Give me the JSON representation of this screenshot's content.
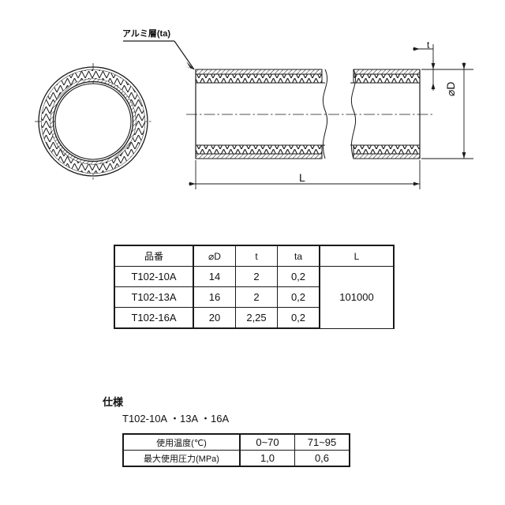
{
  "drawing": {
    "annotation_label": "アルミ層(ta)",
    "dim_thickness": "t",
    "dim_diameter": "⌀D",
    "dim_length": "L"
  },
  "parts_table": {
    "headers": [
      "品番",
      "⌀D",
      "t",
      "ta",
      "L"
    ],
    "rows": [
      {
        "part": "T102-10A",
        "d": "14",
        "t": "2",
        "ta": "0,2"
      },
      {
        "part": "T102-13A",
        "d": "16",
        "t": "2",
        "ta": "0,2"
      },
      {
        "part": "T102-16A",
        "d": "20",
        "t": "2,25",
        "ta": "0,2"
      }
    ],
    "length_merged": "101000"
  },
  "spec": {
    "title": "仕様",
    "subtitle": "T102-10A ・13A ・16A",
    "rows": [
      {
        "label": "使用温度(℃)",
        "v1": "0~70",
        "v2": "71~95"
      },
      {
        "label": "最大使用圧力(MPa)",
        "v1": "1,0",
        "v2": "0,6"
      }
    ]
  },
  "colors": {
    "line": "#1a1a1a",
    "background": "#ffffff"
  }
}
